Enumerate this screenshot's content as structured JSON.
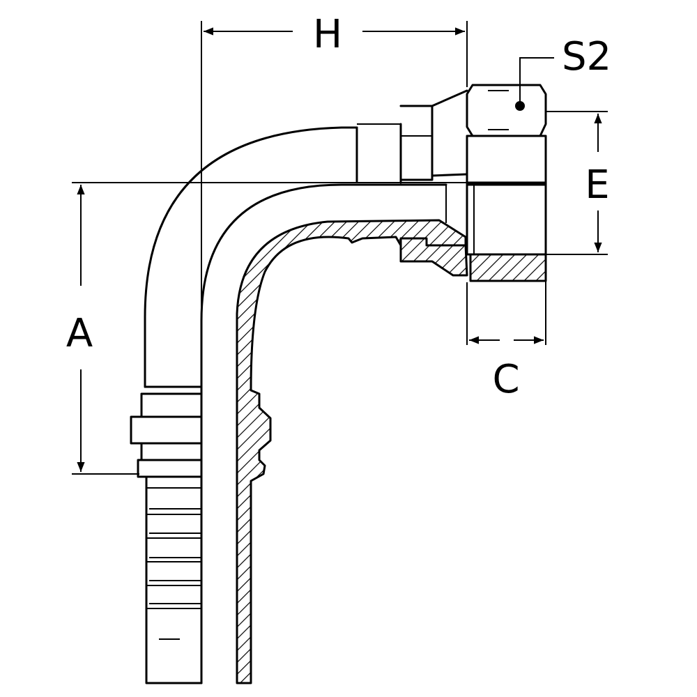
{
  "labels": {
    "h": "H",
    "s2": "S2",
    "a": "A",
    "e": "E",
    "c": "C"
  },
  "colors": {
    "line": "#000000",
    "background": "#ffffff"
  }
}
